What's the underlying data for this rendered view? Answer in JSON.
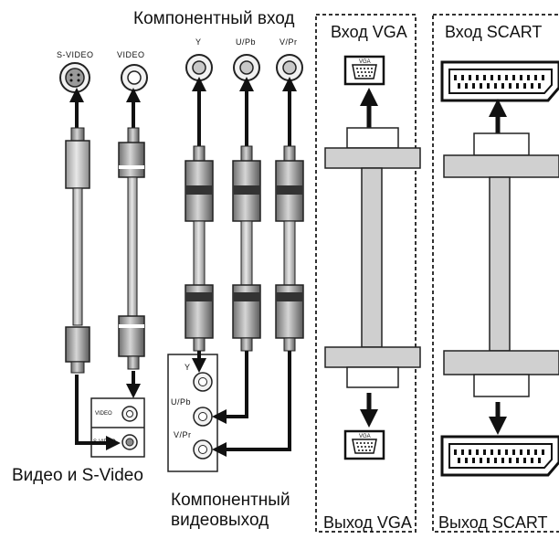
{
  "labels": {
    "component_input": "Компонентный вход",
    "vga_input": "Вход VGA",
    "scart_input": "Вход SCART",
    "vga_output": "Выход VGA",
    "scart_output": "Выход SCART",
    "video_svideo": "Видео и S-Video",
    "component_output_line1": "Компонентный",
    "component_output_line2": "видеовыход"
  },
  "jacks_top": {
    "svideo": "S-VIDEO",
    "video": "VIDEO",
    "y": "Y",
    "upb": "U/Pb",
    "vpr": "V/Pr"
  },
  "device_panels": {
    "component": [
      "Y",
      "U/Pb",
      "V/Pr"
    ],
    "composite": [
      "VIDEO",
      "S-VIDEO"
    ]
  },
  "connector_marks": {
    "vga_top": "VGA",
    "vga_bottom": "VGA"
  },
  "icons": {
    "arrow": "arrow-icon",
    "rca_jack": "rca-jack-icon",
    "svideo_jack": "svideo-jack-icon",
    "vga_port": "vga-port-icon",
    "scart_port": "scart-port-icon"
  }
}
